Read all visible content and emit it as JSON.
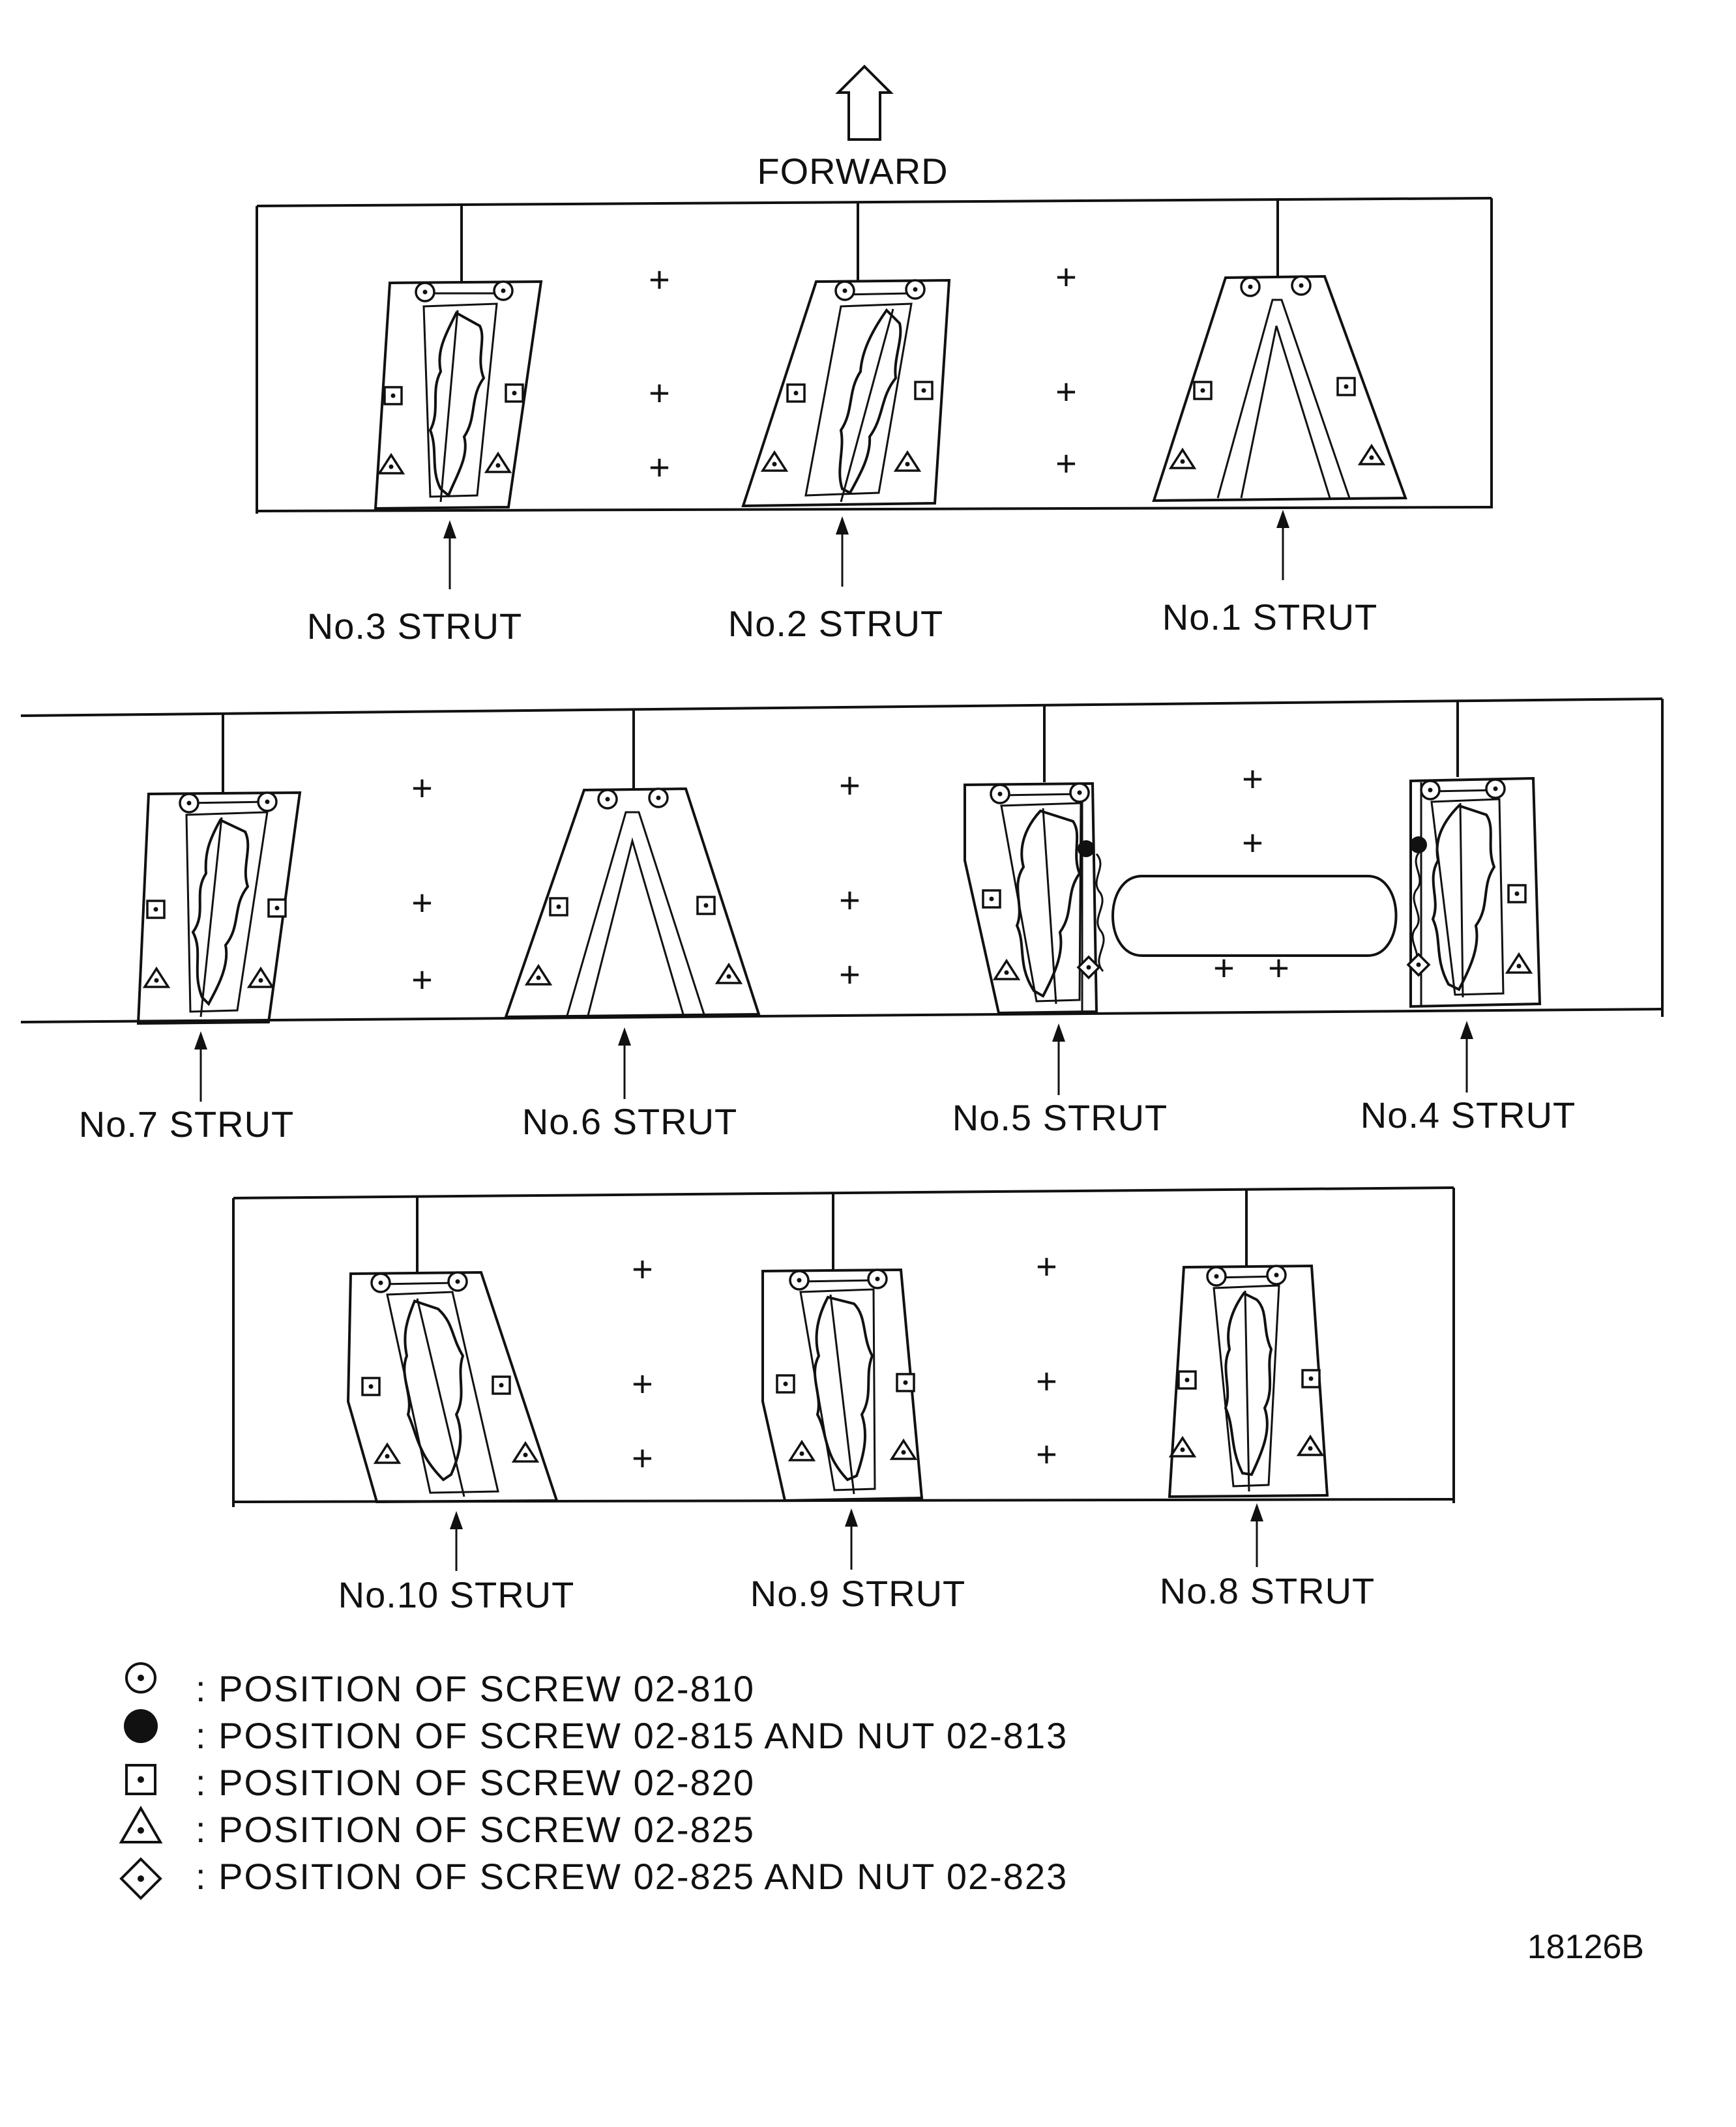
{
  "forward_label": "FORWARD",
  "struts": [
    {
      "id": "3",
      "label": "No.3  STRUT"
    },
    {
      "id": "2",
      "label": "No.2  STRUT"
    },
    {
      "id": "1",
      "label": "No.1  STRUT"
    },
    {
      "id": "7",
      "label": "No.7  STRUT"
    },
    {
      "id": "6",
      "label": "No.6  STRUT"
    },
    {
      "id": "5",
      "label": "No.5  STRUT"
    },
    {
      "id": "4",
      "label": "No.4  STRUT"
    },
    {
      "id": "10",
      "label": "No.10  STRUT"
    },
    {
      "id": "9",
      "label": "No.9  STRUT"
    },
    {
      "id": "8",
      "label": "No.8  STRUT"
    }
  ],
  "legend": [
    {
      "symbol": "circle-dot",
      "text": ":  POSITION  OF  SCREW  02-810"
    },
    {
      "symbol": "filled-circle",
      "text": ":  POSITION  OF  SCREW  02-815  AND  NUT  02-813"
    },
    {
      "symbol": "square-dot",
      "text": ":  POSITION  OF  SCREW  02-820"
    },
    {
      "symbol": "triangle-dot",
      "text": ":  POSITION  OF  SCREW  02-825"
    },
    {
      "symbol": "diamond-dot",
      "text": ":  POSITION  OF  SCREW  02-825  AND  NUT  02-823"
    }
  ],
  "figure_ref": "18126B"
}
